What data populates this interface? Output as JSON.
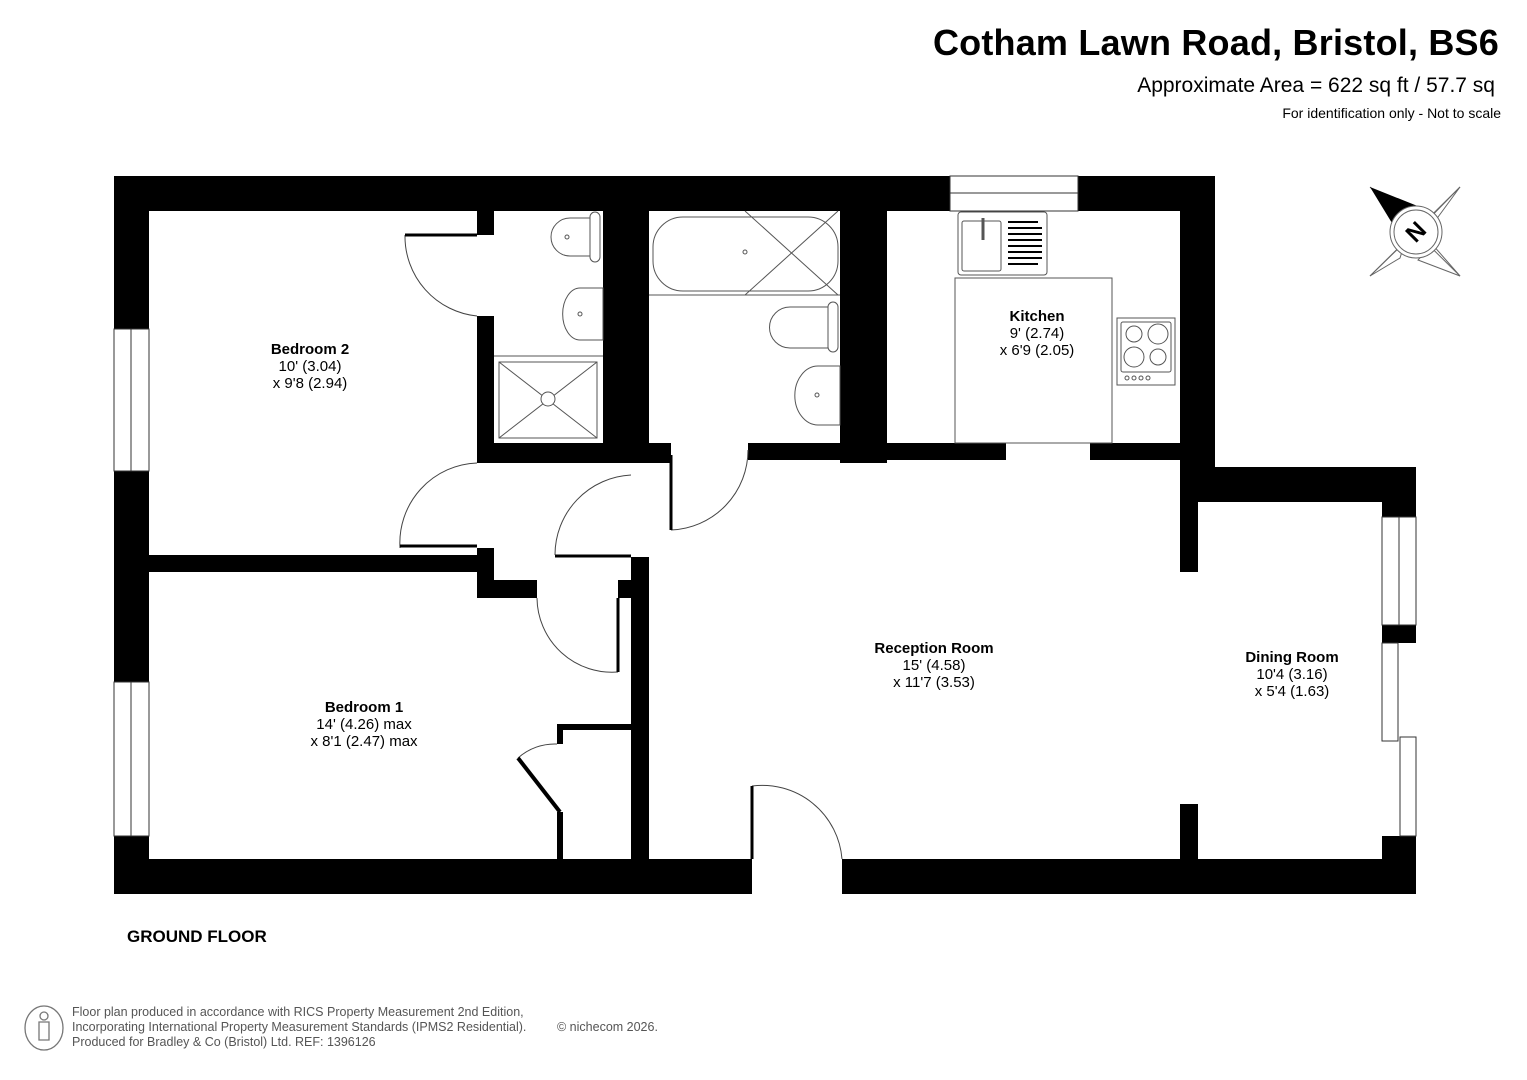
{
  "header": {
    "title": "Cotham Lawn Road, Bristol, BS6",
    "area": "Approximate Area = 622 sq ft / 57.7 sq",
    "note": "For identification only - Not to scale"
  },
  "compass": {
    "label": "N",
    "icon": "compass-north-icon"
  },
  "rooms": [
    {
      "name": "Bedroom 2",
      "dim1": "10' (3.04)",
      "dim2": "x 9'8 (2.94)"
    },
    {
      "name": "Kitchen",
      "dim1": "9' (2.74)",
      "dim2": "x 6'9 (2.05)"
    },
    {
      "name": "Bedroom 1",
      "dim1": "14' (4.26) max",
      "dim2": "x 8'1 (2.47) max"
    },
    {
      "name": "Reception Room",
      "dim1": "15' (4.58)",
      "dim2": "x 11'7 (3.53)"
    },
    {
      "name": "Dining Room",
      "dim1": "10'4 (3.16)",
      "dim2": "x 5'4 (1.63)"
    }
  ],
  "floor_label": "GROUND FLOOR",
  "footer": {
    "line1": "Floor plan produced in accordance with RICS Property Measurement 2nd Edition,",
    "line2": "Incorporating International Property Measurement Standards (IPMS2 Residential).",
    "line3": "Produced for Bradley & Co (Bristol) Ltd.   REF:  1396126",
    "copyright": "© nichecom 2026."
  },
  "colors": {
    "wall": "#000000",
    "fixture": "#555555",
    "background": "#ffffff",
    "footer_text": "#555555"
  }
}
